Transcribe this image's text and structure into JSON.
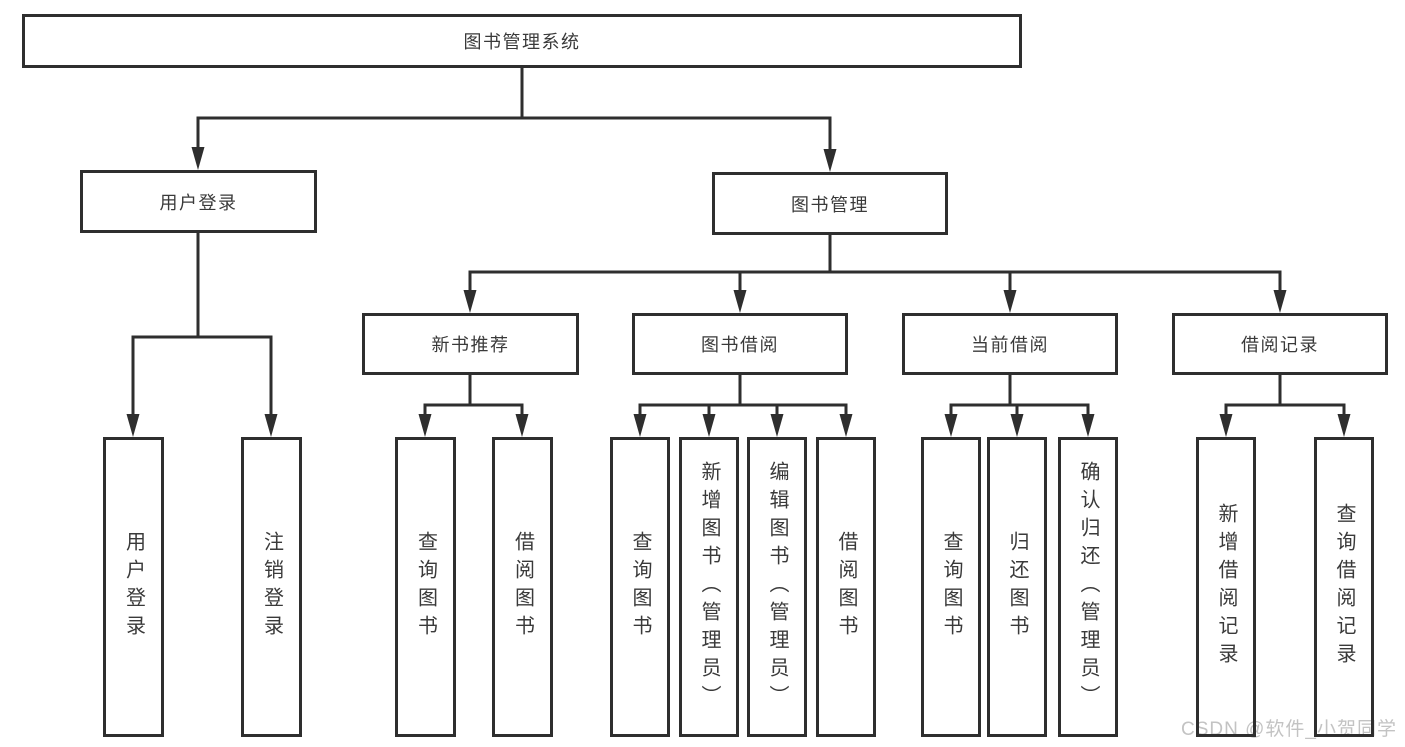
{
  "diagram_type": "functional-structure-tree",
  "colors": {
    "line": "#2e2e2e",
    "text": "#3a3a3a",
    "background": "#ffffff",
    "watermark": "#c3c3c3"
  },
  "tree": {
    "label": "图书管理系统",
    "children": [
      {
        "label": "用户登录",
        "children": [
          {
            "label": "用户登录"
          },
          {
            "label": "注销登录"
          }
        ]
      },
      {
        "label": "图书管理",
        "children": [
          {
            "label": "新书推荐",
            "children": [
              {
                "label": "查询图书"
              },
              {
                "label": "借阅图书"
              }
            ]
          },
          {
            "label": "图书借阅",
            "children": [
              {
                "label": "查询图书"
              },
              {
                "label": "新增图书（管理员）"
              },
              {
                "label": "编辑图书（管理员）"
              },
              {
                "label": "借阅图书"
              }
            ]
          },
          {
            "label": "当前借阅",
            "children": [
              {
                "label": "查询图书"
              },
              {
                "label": "归还图书"
              },
              {
                "label": "确认归还（管理员）"
              }
            ]
          },
          {
            "label": "借阅记录",
            "children": [
              {
                "label": "新增借阅记录"
              },
              {
                "label": "查询借阅记录"
              }
            ]
          }
        ]
      }
    ]
  },
  "watermark": {
    "text": "CSDN @软件_小贺同学"
  }
}
